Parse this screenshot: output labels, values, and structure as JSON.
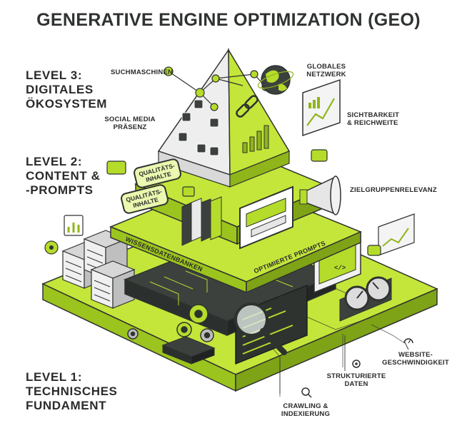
{
  "title": "GENERATIVE ENGINE OPTIMIZATION (GEO)",
  "levels": {
    "level3": {
      "line1": "LEVEL 3:",
      "line2": "DIGITALES",
      "line3": "ÖKOSYSTEM"
    },
    "level2": {
      "line1": "LEVEL 2:",
      "line2": "CONTENT &",
      "line3": "-PROMPTS"
    },
    "level1": {
      "line1": "LEVEL 1:",
      "line2": "TECHNISCHES",
      "line3": "FUNDAMENT"
    }
  },
  "labels": {
    "suchmaschinen": "SUCHMASCHINEN",
    "social_media_1": "SOCIAL MEDIA",
    "social_media_2": "PRÄSENZ",
    "globales_1": "GLOBALES",
    "globales_2": "NETZWERK",
    "sichtbarkeit_1": "SICHTBARKEIT",
    "sichtbarkeit_2": "& REICHWEITE",
    "zielgruppe": "ZIELGRUPPENRELEVANZ",
    "qualitaet_1a": "QUALITÄTS-",
    "qualitaet_1b": "INHALTE",
    "qualitaet_2a": "QUALITÄTS-",
    "qualitaet_2b": "INHALTE",
    "wissensdatenbanken": "WISSENSDATENBANKEN",
    "optimierte_prompts": "OPTIMIERTE PROMPTS",
    "website_1": "WEBSITE-",
    "website_2": "GESCHWINDIGKEIT",
    "strukturierte_1": "STRUKTURIERTE",
    "strukturierte_2": "DATEN",
    "crawling_1": "CRAWLING &",
    "crawling_2": "INDEXIERUNG"
  },
  "colors": {
    "lime": "#b5dc2a",
    "lime_light": "#d3ee5c",
    "lime_dark": "#8fb51a",
    "dark": "#333835",
    "gray": "#e6e6e6"
  },
  "icons": [
    "globe-icon",
    "chart-icon",
    "megaphone-icon",
    "server-icon",
    "book-icon",
    "gear-icon",
    "magnifier-icon",
    "speedometer-icon",
    "code-icon",
    "chat-bubble-icon",
    "network-icon"
  ]
}
